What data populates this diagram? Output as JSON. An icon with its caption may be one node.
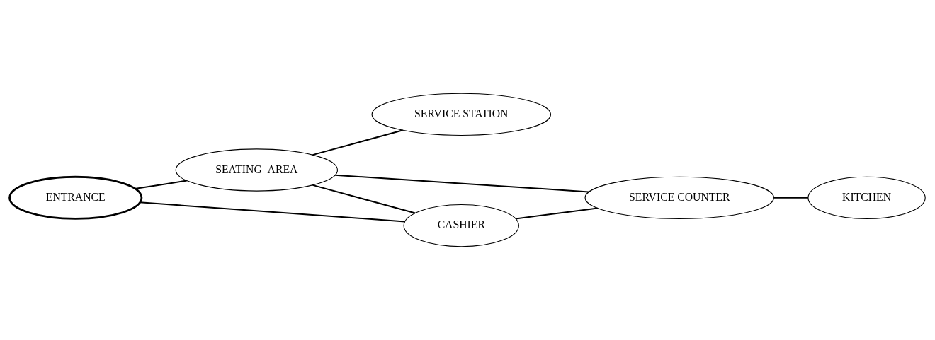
{
  "diagram": {
    "nodes": [
      {
        "text": [
          "SERVICE STATION"
        ]
      },
      {
        "text": [
          "SEATING  AREA"
        ]
      },
      {
        "text": [
          "SERVICE COUNTER"
        ]
      },
      {
        "text": [
          "KITCHEN"
        ]
      },
      {
        "text": [
          "ENTRANCE"
        ]
      },
      {
        "text": [
          "CASHIER"
        ]
      }
    ],
    "edges": [
      {
        "from": 1,
        "to": 0,
        "arrow": "none"
      },
      {
        "from": 1,
        "to": 2,
        "arrow": "none"
      },
      {
        "from": 2,
        "to": 3,
        "arrow": "none"
      },
      {
        "from": 4,
        "to": 1,
        "arrow": "none"
      },
      {
        "from": 1,
        "to": 5,
        "arrow": "none"
      },
      {
        "from": 4,
        "to": 5,
        "arrow": "none"
      },
      {
        "from": 5,
        "to": 2,
        "arrow": "none"
      }
    ]
  }
}
